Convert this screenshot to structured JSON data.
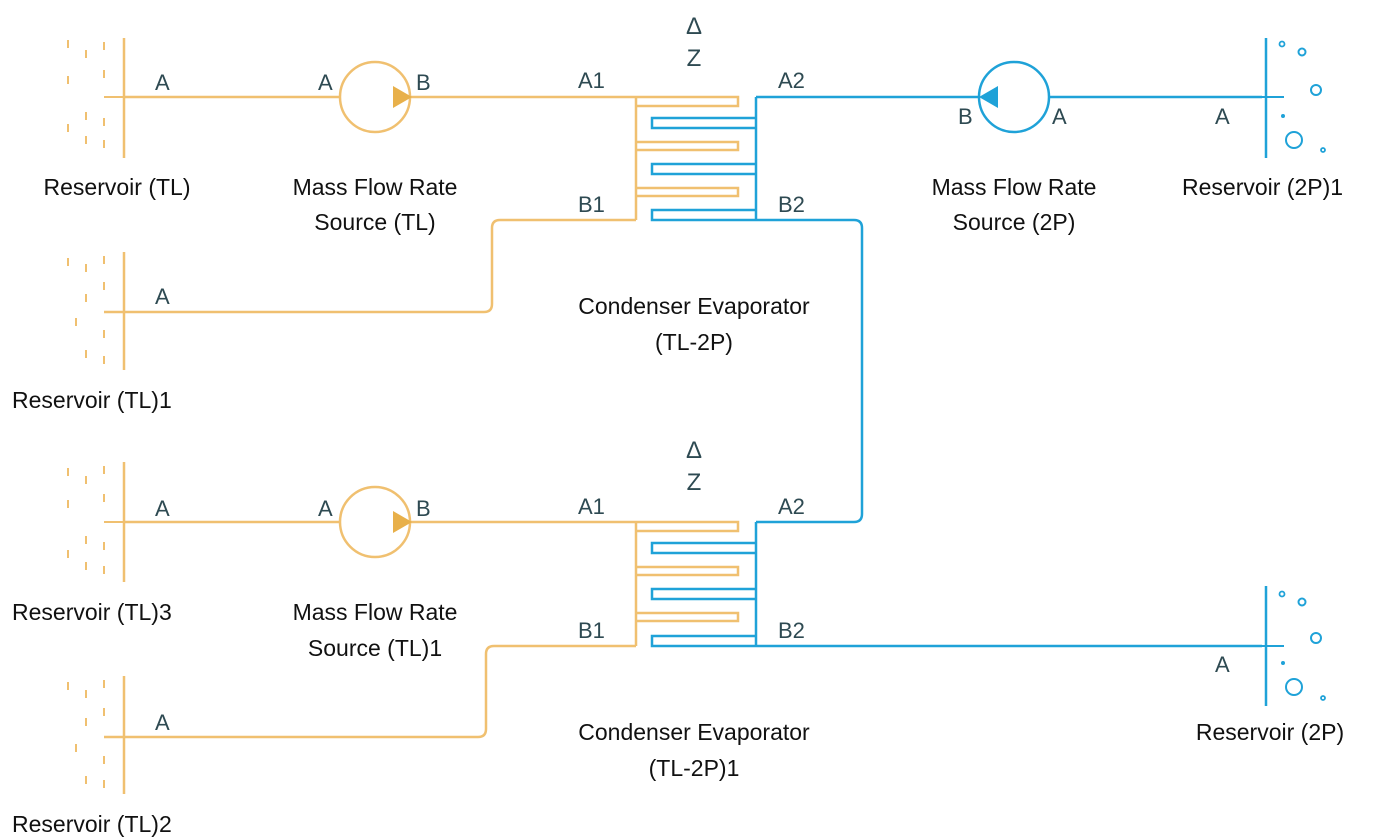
{
  "colors": {
    "thermal_liquid": "#f0c070",
    "thermal_liquid_dark": "#e8b04a",
    "two_phase": "#1fa2d8",
    "port_text": "#2e4a52",
    "label_text": "#111111"
  },
  "blocks": {
    "reservoir_tl": {
      "name": "Reservoir (TL)",
      "port": "A"
    },
    "reservoir_tl1": {
      "name": "Reservoir (TL)1",
      "port": "A"
    },
    "reservoir_tl3": {
      "name": "Reservoir (TL)3",
      "port": "A"
    },
    "reservoir_tl2": {
      "name": "Reservoir (TL)2",
      "port": "A"
    },
    "mfrs_tl": {
      "name_line1": "Mass Flow Rate",
      "name_line2": "Source (TL)",
      "port_a": "A",
      "port_b": "B"
    },
    "mfrs_tl1": {
      "name_line1": "Mass Flow Rate",
      "name_line2": "Source (TL)1",
      "port_a": "A",
      "port_b": "B"
    },
    "mfrs_2p": {
      "name_line1": "Mass Flow Rate",
      "name_line2": "Source (2P)",
      "port_a": "A",
      "port_b": "B"
    },
    "ce": {
      "name_line1": "Condenser Evaporator",
      "name_line2": "(TL-2P)",
      "dz_delta": "Δ",
      "dz_z": "Z",
      "a1": "A1",
      "b1": "B1",
      "a2": "A2",
      "b2": "B2"
    },
    "ce1": {
      "name_line1": "Condenser Evaporator",
      "name_line2": "(TL-2P)1",
      "dz_delta": "Δ",
      "dz_z": "Z",
      "a1": "A1",
      "b1": "B1",
      "a2": "A2",
      "b2": "B2"
    },
    "reservoir_2p1": {
      "name": "Reservoir (2P)1",
      "port": "A"
    },
    "reservoir_2p": {
      "name": "Reservoir (2P)",
      "port": "A"
    }
  }
}
